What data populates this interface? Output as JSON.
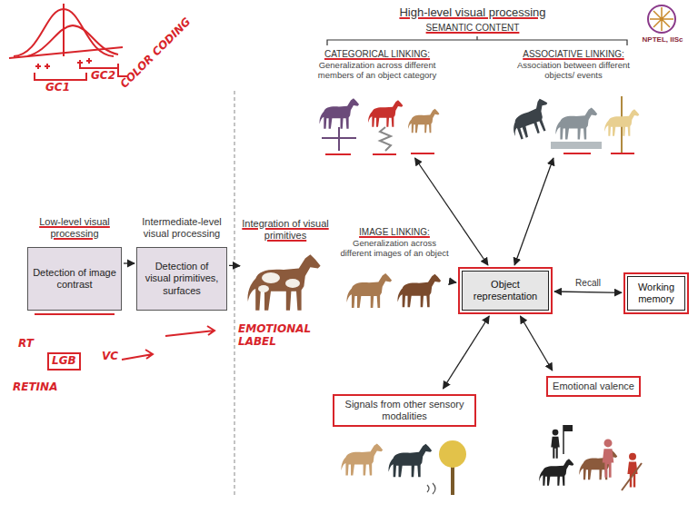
{
  "diagram": {
    "nodes": [
      {
        "text": [
          "CATEGORICAL LINKING:",
          "Generalization across different members of an object category"
        ]
      },
      {
        "text": [
          "ASSOCIATIVE LINKING:",
          "Association between different objects/ events"
        ]
      },
      {
        "text": [
          "Low-level visual processing",
          "Detection of image contrast"
        ]
      },
      {
        "text": [
          "Intermediate-level visual processing",
          "Detection of visual primitives, surfaces"
        ]
      },
      {
        "text": [
          "Integration of visual primitives"
        ]
      },
      {
        "text": [
          "IMAGE LINKING:",
          "Generalization across different images of an object"
        ]
      },
      {
        "text": [
          "Object representation"
        ]
      },
      {
        "text": [
          "Working memory"
        ]
      },
      {
        "text": [
          "Signals from other sensory modalities"
        ]
      },
      {
        "text": [
          "Emotional valence"
        ]
      }
    ],
    "edges": [
      {
        "from": 2,
        "to": 3,
        "arrow": "to"
      },
      {
        "from": 3,
        "to": 4,
        "arrow": "to"
      },
      {
        "from": 5,
        "to": 6,
        "arrow": "to"
      },
      {
        "from": 6,
        "to": 7,
        "label": "Recall",
        "arrow": "both"
      },
      {
        "from": 0,
        "to": 6,
        "arrow": "both"
      },
      {
        "from": 1,
        "to": 6,
        "arrow": "both"
      },
      {
        "from": 8,
        "to": 6,
        "arrow": "both"
      },
      {
        "from": 9,
        "to": 6,
        "arrow": "both"
      }
    ],
    "labels": [
      "High-level visual processing",
      "SEMANTIC CONTENT",
      "NPTEL, IISc",
      "GC1",
      "GC2",
      "COLOR CODING",
      "RT",
      "LGB",
      "VC",
      "RETINA",
      "EMOTIONAL LABEL"
    ]
  }
}
